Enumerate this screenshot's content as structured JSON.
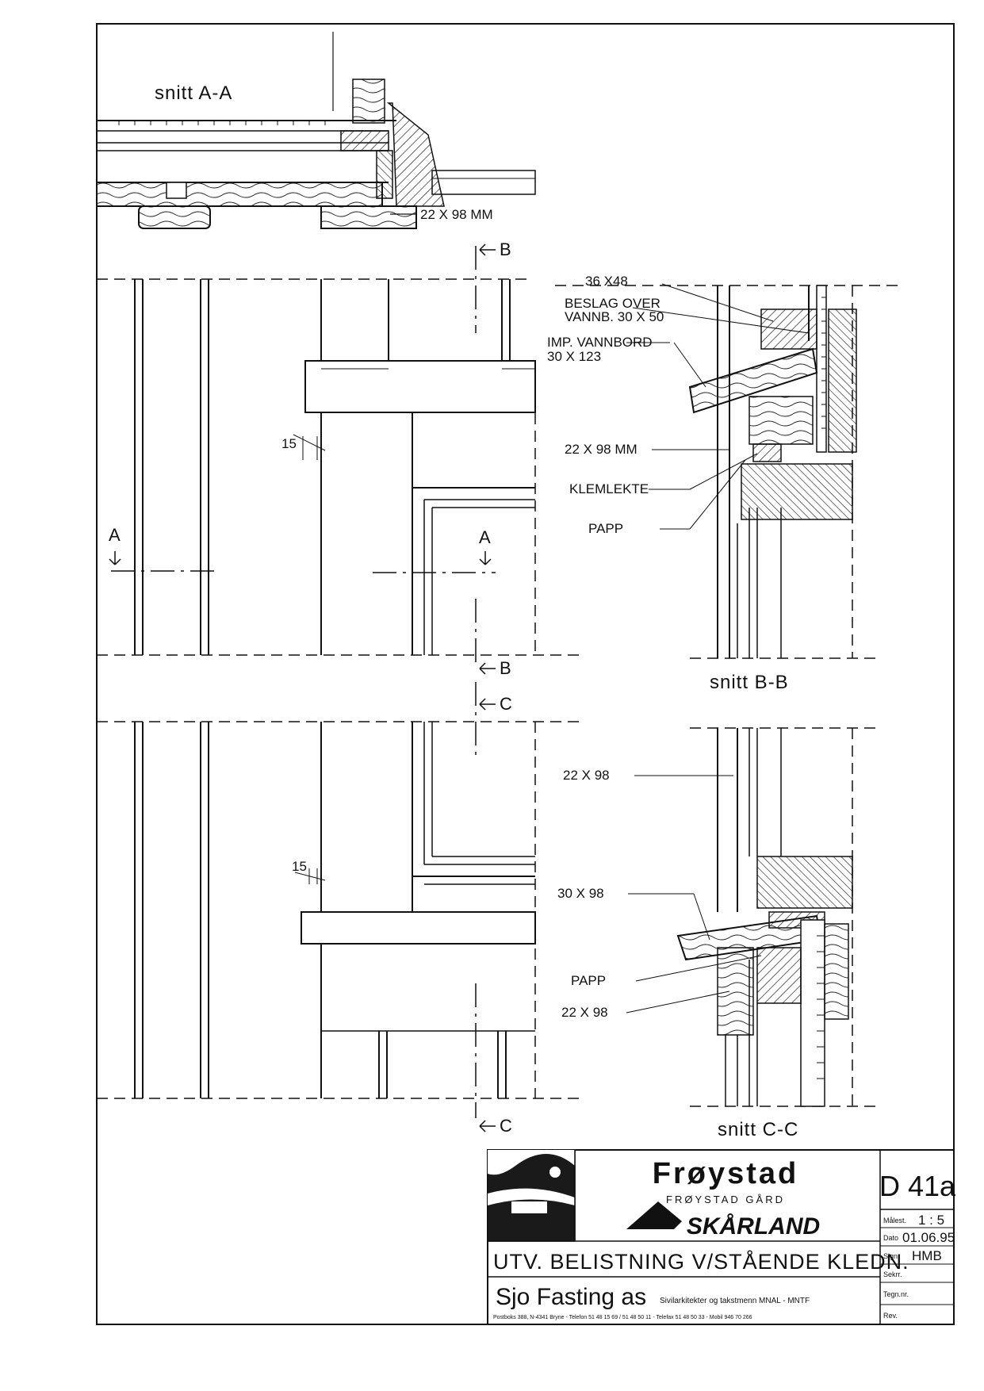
{
  "drawing": {
    "sections": {
      "aa_title": "snitt A-A",
      "bb_title": "snitt B-B",
      "cc_title": "snitt C-C"
    },
    "cut_markers": {
      "a": "A",
      "b": "B",
      "c": "C"
    },
    "labels": {
      "aa_board": "22 X 98 MM",
      "bb_36x48": "36 X48",
      "bb_beslag_1": "BESLAG OVER",
      "bb_beslag_2": "VANNB. 30 X 50",
      "bb_imp_1": "IMP. VANNBORD",
      "bb_imp_2": "30 X 123",
      "bb_board": "22 X 98 MM",
      "bb_klem": "KLEMLEKTE",
      "bb_papp": "PAPP",
      "cc_board_top": "22 X 98",
      "cc_30x98": "30 X 98",
      "cc_papp": "PAPP",
      "cc_board_bottom": "22 X 98",
      "dim_15_upper": "15",
      "dim_15_lower": "15"
    }
  },
  "title_block": {
    "project_logo": "Frøystad",
    "project_sub": "FRØYSTAD GÅRD",
    "brand": "SKÅRLAND",
    "drawing_no": "D 41a",
    "rows": [
      {
        "label": "Målest.",
        "value": "1 : 5"
      },
      {
        "label": "Dato",
        "value": "01.06.95"
      },
      {
        "label": "Sign.",
        "value": "HMB"
      },
      {
        "label": "Sekrr.",
        "value": ""
      },
      {
        "label": "Tegn.nr.",
        "value": ""
      },
      {
        "label": "Rev.",
        "value": ""
      }
    ],
    "title": "UTV. BELISTNING V/STÅENDE KLEDN.",
    "firm": "Sjo Fasting as",
    "firm_desc": "Sivilarkitekter og takstmenn MNAL - MNTF",
    "address": "Postboks 388, N-4341 Bryne - Telefon 51 48 15 69 / 51 48 50 11 - Telefax 51 48 50 33 - Mobil 946 70 266"
  }
}
